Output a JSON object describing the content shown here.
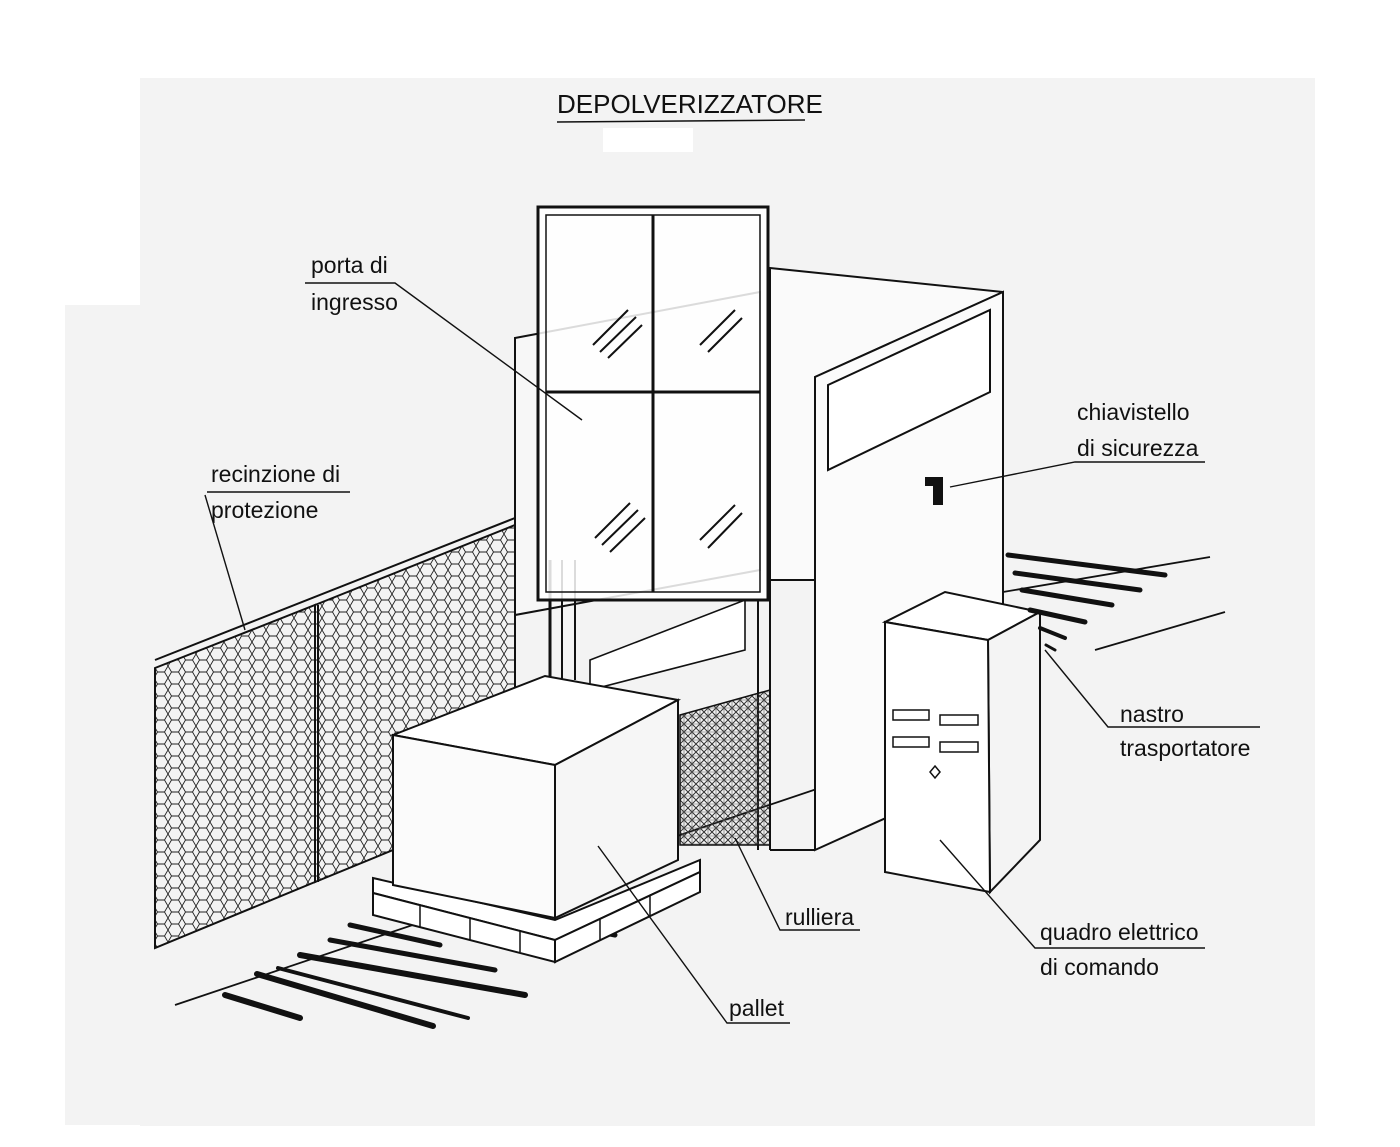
{
  "title": "DEPOLVERIZZATORE",
  "labels": {
    "porta_di_ingresso": [
      "porta di",
      "ingresso"
    ],
    "recinzione_di_protezione": [
      "recinzione di",
      "protezione"
    ],
    "chiavistello_di_sicurezza": [
      "chiavistello",
      "di sicurezza"
    ],
    "nastro_trasportatore": [
      "nastro",
      "trasportatore"
    ],
    "rulliera": [
      "rulliera"
    ],
    "quadro_elettrico_di_comando": [
      "quadro elettrico",
      "di comando"
    ],
    "pallet": [
      "pallet"
    ]
  },
  "colors": {
    "ink": "#111111",
    "background": "#ffffff",
    "paper_tint": "#f3f3f3"
  }
}
